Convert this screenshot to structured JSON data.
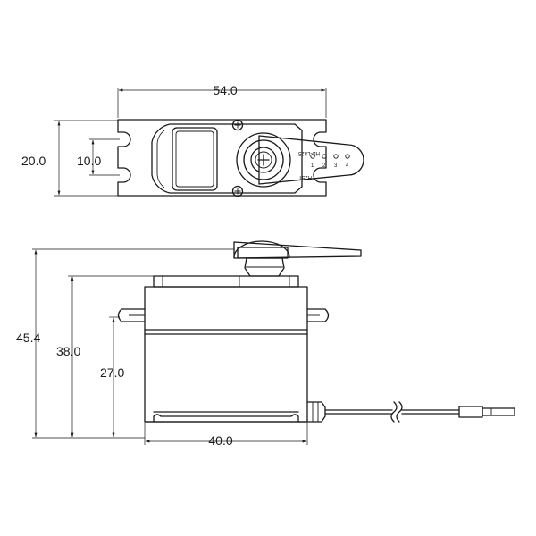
{
  "diagram": {
    "top_view": {
      "dimensions": {
        "width": "54.0",
        "outer_hole_spacing": "20.0",
        "inner_hole_spacing": "10.0"
      },
      "horn_label_1": "HD-L825",
      "horn_label_2": "H25T",
      "hole_marks": [
        "1",
        "2",
        "3",
        "4"
      ]
    },
    "side_view": {
      "dimensions": {
        "total_height": "45.4",
        "case_height": "38.0",
        "mount_height": "27.0",
        "case_width": "40.0"
      }
    }
  }
}
